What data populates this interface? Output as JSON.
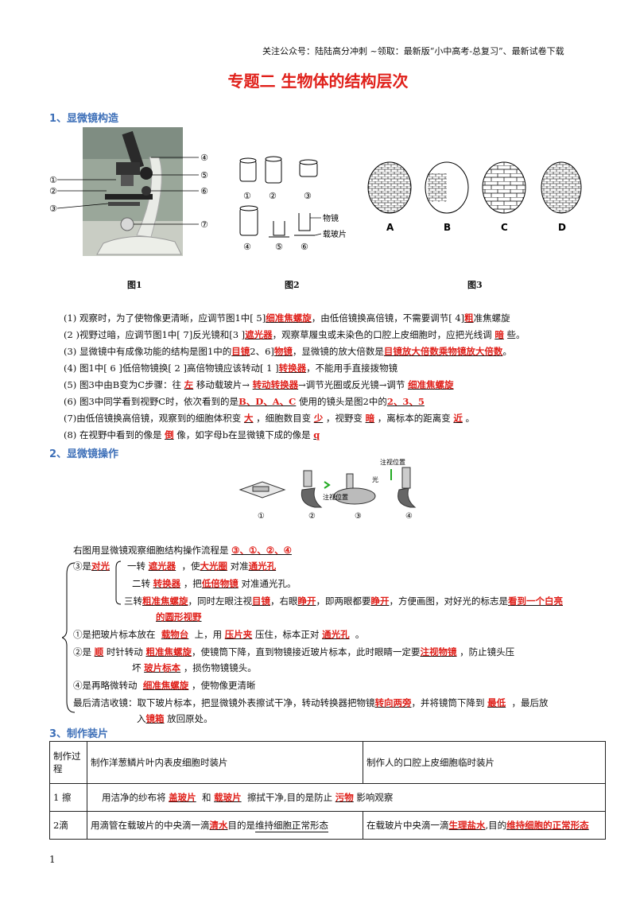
{
  "header_note": "关注公众号：陆陆高分冲刺 ~领取：最新版“小中高考-总复习”、最新试卷下载",
  "title": "专题二 生物体的结构层次",
  "sections": {
    "s1": "1、显微镜构造",
    "s2": "2、显微镜操作",
    "s3": "3、制作装片"
  },
  "figures": {
    "fig1": "图1",
    "fig2": "图2",
    "fig3": "图3",
    "fig1_labels": [
      "①",
      "②",
      "③",
      "④",
      "⑤",
      "⑥",
      "⑦"
    ],
    "fig2_labels": [
      "①",
      "②",
      "③",
      "④",
      "⑤",
      "⑥"
    ],
    "fig2_objective": "物镜",
    "fig2_slide": "载玻片",
    "fig3_labels": [
      "A",
      "B",
      "C",
      "D"
    ],
    "op_labels": [
      "①",
      "②",
      "③",
      "④"
    ],
    "op_eye": "注视位置",
    "op_eye2": "注视位置",
    "op_light": "光"
  },
  "q": {
    "q1a": "(1) 观察时，为了使物像更清晰，应调节图1中[ 5]",
    "q1b": "细准焦螺旋",
    "q1c": "，由低倍镜换高倍镜，不需要调节[ 4]",
    "q1d": "粗",
    "q1e": "准焦螺旋",
    "q2a": "(2 )视野过暗，应调节图1中[ 7]反光镜和[3 ]",
    "q2b": "遮光器",
    "q2c": "，观察草履虫或未染色的口腔上皮细胞时，应把光线调",
    "q2d": "暗",
    "q2e": "些。",
    "q3a": "(3) 显微镜中有成像功能的结构是图1中的",
    "q3b": "目镜",
    "q3c": "2、6]",
    "q3d": "物镜",
    "q3e": "，显微镜的放大倍数是",
    "q3f": "目镜放大倍数乘物镜放大倍数",
    "q3g": "。",
    "q4a": "(4) 图1中[ 6 ]低倍物镜换[ 2 ]高倍物镜应该转动[ 1 ]",
    "q4b": "转换器",
    "q4c": "，不能用手直接拨物镜",
    "q5a": "(5) 图3中由B变为C步骤：往",
    "q5b": "左",
    "q5c": "移动载玻片→",
    "q5d": "转动转换器",
    "q5e": "→调节光圈或反光镜→调节",
    "q5f": "细准焦螺旋",
    "q6a": "(6) 图3中同学看到视野C时，依次看到的是",
    "q6b": "B、D、A、C",
    "q6c": "使用的镜头是图2中的",
    "q6d": "2、3、5",
    "q7a": "(7)由低倍镜换高倍镜，观察到的细胞体积变",
    "q7b": "大",
    "q7c": "，细胞数目变",
    "q7d": "少",
    "q7e": "，视野变",
    "q7f": "暗",
    "q7g": "，离标本的距离变",
    "q7h": "近",
    "q7i": "。",
    "q8a": "(8) 在视野中看到的像是",
    "q8b": "倒",
    "q8c": "像，如字母b在显微镜下成的像是",
    "q8d": "q"
  },
  "op": {
    "flow_a": "右图用显微镜观察细胞结构操作流程是",
    "flow_b": "③、①、②、④",
    "s3_a": "③是",
    "s3_b": "对光",
    "s3_c": "一转",
    "s3_d": "遮光器",
    "s3_e": "，使",
    "s3_f": "大光圈",
    "s3_g": "对准",
    "s3_h": "通光孔",
    "s3_i": "二转",
    "s3_j": "转换器",
    "s3_k": "，把",
    "s3_l": "低倍物镜",
    "s3_m": "对准通光孔。",
    "s3_n": "三转",
    "s3_o": "粗准焦螺旋",
    "s3_p": "，同时左眼注视",
    "s3_q": "目镜",
    "s3_r": "，右眼",
    "s3_s": "睁开",
    "s3_t": "，即两眼都要",
    "s3_u": "睁开",
    "s3_v": "，方便画图，对好光的标志是",
    "s3_w": "看到一个白亮",
    "s3_x": "的圆形视野",
    "s1_a": "①是把玻片标本放在",
    "s1_b": "载物台",
    "s1_c": "上，用",
    "s1_d": "压片夹",
    "s1_e": "压住，标本正对",
    "s1_f": "通光孔",
    "s1_g": "。",
    "s2_a": "②是",
    "s2_b": "顺",
    "s2_c": "时针转动",
    "s2_d": "粗准焦螺旋",
    "s2_e": "，使镜筒下降，直到物镜接近玻片标本，此时眼睛一定要",
    "s2_f": "注视物镜",
    "s2_g": "，防止镜头压",
    "s2_h": "坏",
    "s2_i": "玻片标本",
    "s2_j": "，损伤物镜镜头。",
    "s4_a": "④是再略微转动",
    "s4_b": "细准焦螺旋",
    "s4_c": "，使物像更清晰",
    "end_a": "最后清洁收镜：取下玻片标本，把显微镜外表擦试干净，转动转换器把物镜",
    "end_b": "转向两旁",
    "end_c": "，并将镜筒下降到",
    "end_d": "最低",
    "end_e": "，最后放",
    "end_f": "入",
    "end_g": "镜箱",
    "end_h": "放回原处。"
  },
  "table": {
    "h0": "制作过程",
    "h1": "制作洋葱鳞片叶内表皮细胞时装片",
    "h2": "制作人的口腔上皮细胞临时装片",
    "r1_0": "1 擦",
    "r1_a": "用洁净的纱布将",
    "r1_b": "盖玻片",
    "r1_c": "和",
    "r1_d": "载玻片",
    "r1_e": "擦拭干净,目的是防止",
    "r1_f": "污物",
    "r1_g": "影响观察",
    "r2_0": "2滴",
    "r2_a": "用滴管在载玻片的中央滴一滴",
    "r2_b": "清水",
    "r2_c": "目的是",
    "r2_d": "维持细胞正常形态",
    "r2_e": "在载玻片中央滴一滴",
    "r2_f": "生理盐水",
    "r2_g": ",目的",
    "r2_h": "维持细胞的正常形态"
  },
  "page_number": "1"
}
